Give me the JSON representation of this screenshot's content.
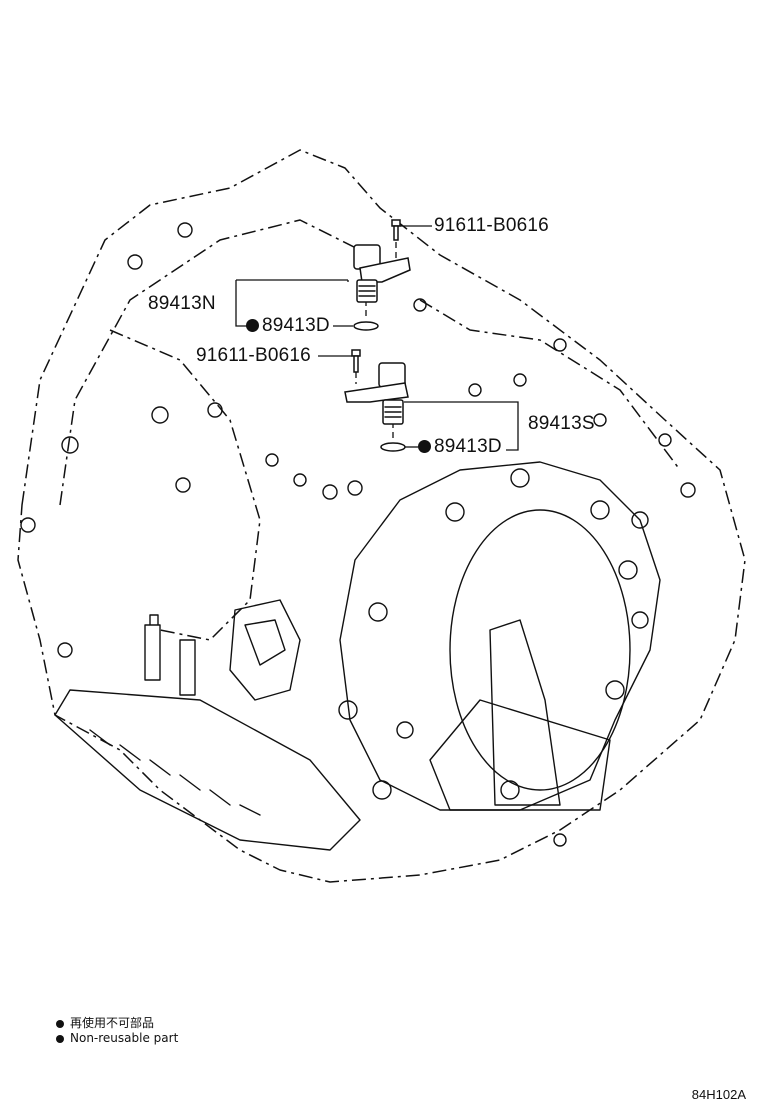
{
  "callouts": {
    "bolt_upper": "91611-B0616",
    "sensor_upper": "89413N",
    "oring_upper": "89413D",
    "bolt_lower": "91611-B0616",
    "sensor_lower": "89413S",
    "oring_lower": "89413D"
  },
  "legend": {
    "line_jp": "再使用不可部品",
    "line_en": "Non-reusable part"
  },
  "reference_code": "84H102A"
}
